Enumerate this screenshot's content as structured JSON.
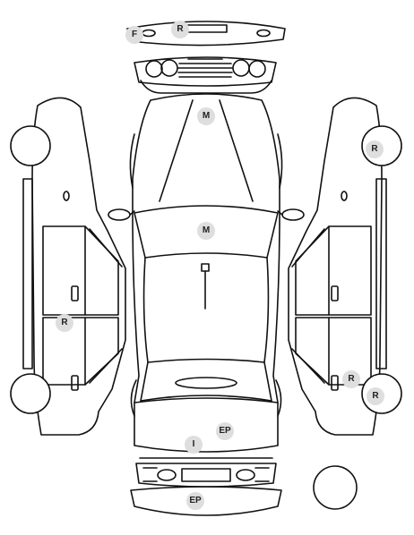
{
  "diagram": {
    "markers": [
      {
        "code": "F"
      },
      {
        "code": "R"
      },
      {
        "code": "M"
      },
      {
        "code": "M"
      },
      {
        "code": "R"
      },
      {
        "code": "R"
      },
      {
        "code": "R"
      },
      {
        "code": "R"
      },
      {
        "code": "EP"
      },
      {
        "code": "I"
      },
      {
        "code": "EP"
      }
    ]
  }
}
